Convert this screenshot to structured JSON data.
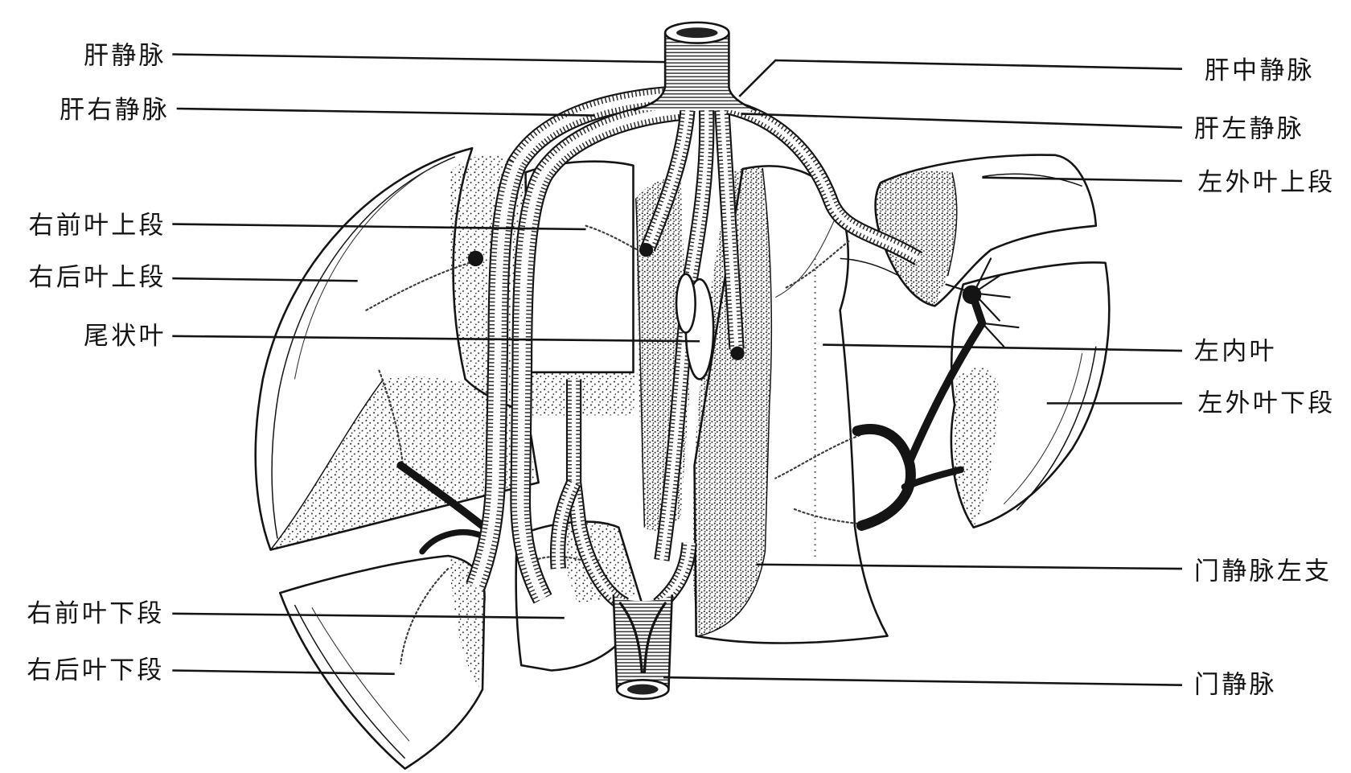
{
  "colors": {
    "ink": "#141414",
    "paper": "#ffffff"
  },
  "labels": {
    "left": [
      "肝静脉",
      "肝右静脉",
      "右前叶上段",
      "右后叶上段",
      "尾状叶",
      "右前叶下段",
      "右后叶下段"
    ],
    "right": [
      "肝中静脉",
      "肝左静脉",
      "左外叶上段",
      "左内叶",
      "左外叶下段",
      "门静脉左支",
      "门静脉"
    ]
  }
}
